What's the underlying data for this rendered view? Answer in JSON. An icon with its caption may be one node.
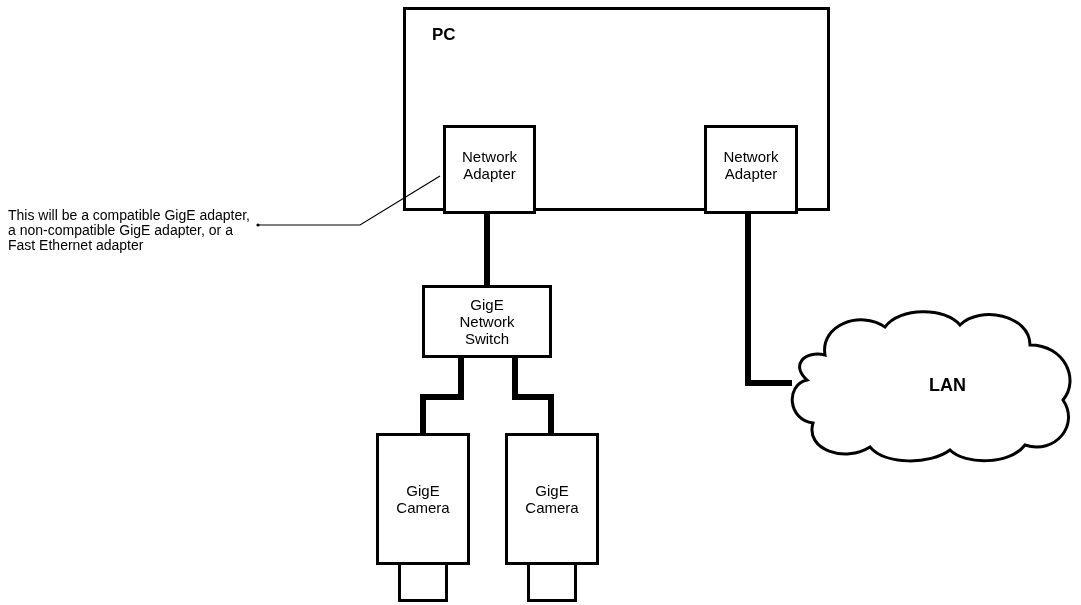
{
  "diagram": {
    "nodes": [
      {
        "text": [
          "PC"
        ]
      },
      {
        "text": [
          "Network Adapter"
        ],
        "in": 0
      },
      {
        "text": [
          "Network Adapter"
        ],
        "in": 0
      },
      {
        "text": [
          "This will be a compatible GigE adapter, a non-compatible GigE adapter, or a Fast Ethernet adapter"
        ]
      },
      {
        "text": [
          "GigE Network Switch"
        ]
      },
      {
        "text": [
          "GigE Camera"
        ]
      },
      {
        "text": [
          "GigE Camera"
        ]
      },
      {
        "text": [
          "LAN"
        ]
      }
    ],
    "edges": [
      {
        "from": 3,
        "to": 1,
        "arrow": "other"
      },
      {
        "from": 1,
        "to": 4,
        "arrow": "none"
      },
      {
        "from": 4,
        "to": 5,
        "arrow": "none"
      },
      {
        "from": 4,
        "to": 6,
        "arrow": "none"
      },
      {
        "from": 2,
        "to": 7,
        "arrow": "none"
      }
    ]
  }
}
